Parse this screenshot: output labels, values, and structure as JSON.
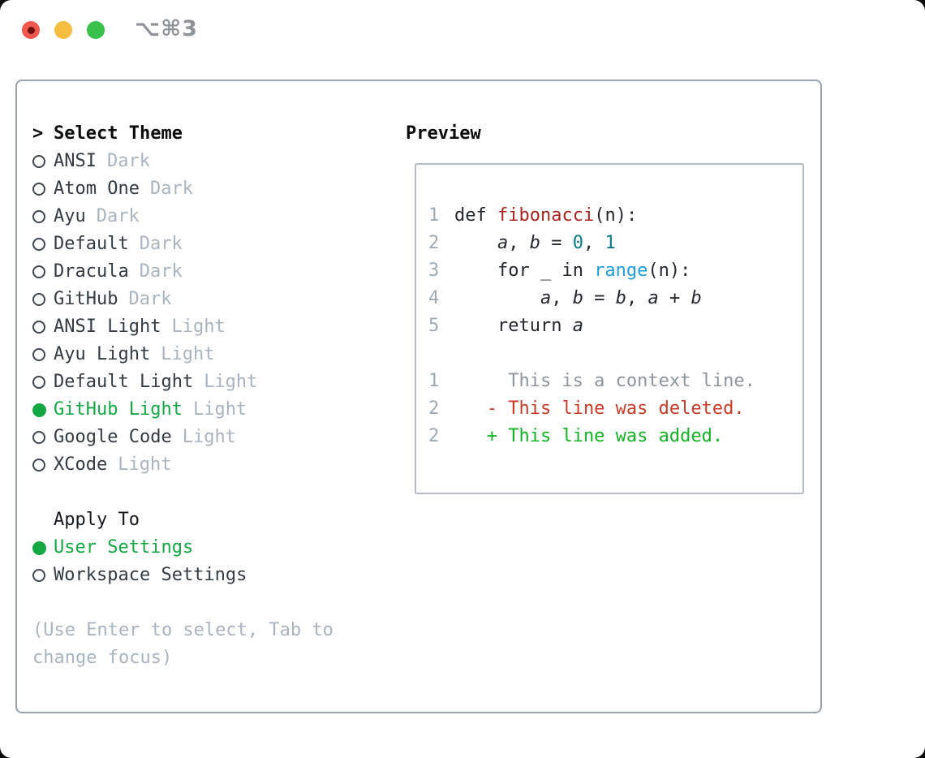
{
  "titlebar": {
    "shortcut": "⌥⌘3",
    "traffic_lights": [
      "close",
      "minimize",
      "zoom"
    ]
  },
  "theme_list": {
    "heading_prefix": ">",
    "heading": "Select Theme",
    "items": [
      {
        "name": "ANSI",
        "tag": "Dark",
        "selected": false
      },
      {
        "name": "Atom One",
        "tag": "Dark",
        "selected": false
      },
      {
        "name": "Ayu",
        "tag": "Dark",
        "selected": false
      },
      {
        "name": "Default",
        "tag": "Dark",
        "selected": false
      },
      {
        "name": "Dracula",
        "tag": "Dark",
        "selected": false
      },
      {
        "name": "GitHub",
        "tag": "Dark",
        "selected": false
      },
      {
        "name": "ANSI Light",
        "tag": "Light",
        "selected": false
      },
      {
        "name": "Ayu Light",
        "tag": "Light",
        "selected": false
      },
      {
        "name": "Default Light",
        "tag": "Light",
        "selected": false
      },
      {
        "name": "GitHub Light",
        "tag": "Light",
        "selected": true
      },
      {
        "name": "Google Code",
        "tag": "Light",
        "selected": false
      },
      {
        "name": "XCode",
        "tag": "Light",
        "selected": false
      }
    ]
  },
  "apply_to": {
    "heading": "Apply To",
    "options": [
      {
        "label": "User Settings",
        "selected": true
      },
      {
        "label": "Workspace Settings",
        "selected": false
      }
    ]
  },
  "help_text": {
    "line1": "(Use Enter to select, Tab to",
    "line2": "change focus)"
  },
  "preview": {
    "heading": "Preview",
    "code_lines": [
      {
        "num": "1",
        "tokens": [
          [
            "def ",
            "plain"
          ],
          [
            "fibonacci",
            "func"
          ],
          [
            "(n):",
            "plain"
          ]
        ]
      },
      {
        "num": "2",
        "tokens": [
          [
            "    ",
            "plain"
          ],
          [
            "a",
            "var"
          ],
          [
            ", ",
            "plain"
          ],
          [
            "b",
            "var"
          ],
          [
            " = ",
            "plain"
          ],
          [
            "0",
            "num"
          ],
          [
            ", ",
            "plain"
          ],
          [
            "1",
            "num"
          ]
        ]
      },
      {
        "num": "3",
        "tokens": [
          [
            "    for _ in ",
            "plain"
          ],
          [
            "range",
            "builtin"
          ],
          [
            "(n):",
            "plain"
          ]
        ]
      },
      {
        "num": "4",
        "tokens": [
          [
            "        ",
            "plain"
          ],
          [
            "a",
            "var"
          ],
          [
            ", ",
            "plain"
          ],
          [
            "b",
            "var"
          ],
          [
            " = ",
            "plain"
          ],
          [
            "b",
            "var"
          ],
          [
            ", ",
            "plain"
          ],
          [
            "a",
            "var"
          ],
          [
            " + ",
            "plain"
          ],
          [
            "b",
            "var"
          ]
        ]
      },
      {
        "num": "5",
        "tokens": [
          [
            "    return ",
            "plain"
          ],
          [
            "a",
            "var"
          ]
        ]
      },
      {
        "num": "",
        "tokens": []
      },
      {
        "num": "1",
        "tokens": [
          [
            "     This is a context line.",
            "context"
          ]
        ]
      },
      {
        "num": "2",
        "tokens": [
          [
            "   - This line was deleted.",
            "deleted"
          ]
        ]
      },
      {
        "num": "2",
        "tokens": [
          [
            "   + This line was added.",
            "added"
          ]
        ]
      }
    ]
  },
  "colors": {
    "accent_green": "#13a843",
    "function_red": "#a8241f",
    "number_teal": "#0b7e85",
    "builtin_blue": "#1d9fdd",
    "deleted_red": "#c93a27",
    "added_green": "#12b322",
    "context_gray": "#8e959d",
    "tag_gray": "#a9b4c0",
    "panel_border": "#9aa3ae",
    "traffic_red": "#f2574e",
    "traffic_yellow": "#f6be40",
    "traffic_green": "#39c24b"
  }
}
